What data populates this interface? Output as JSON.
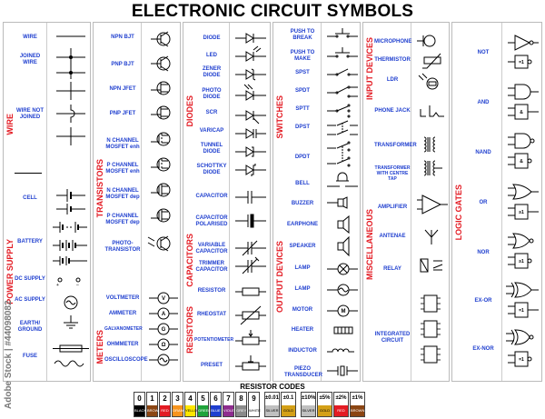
{
  "title": "ELECTRONIC CIRCUIT SYMBOLS",
  "watermark": "Adobe Stock | #44098082",
  "resistor_codes_title": "RESISTOR CODES",
  "panels": [
    {
      "categories": [
        {
          "name": "WIRE",
          "items": [
            "WIRE",
            "JOINED WIRE",
            "WIRE NOT JOINED"
          ]
        },
        {
          "name": "POWER SUPPLY",
          "items": [
            "CELL",
            "BATTERY",
            "DC SUPPLY",
            "AC SUPPLY",
            "EARTH/ GROUND",
            "FUSE"
          ]
        }
      ]
    },
    {
      "categories": [
        {
          "name": "TRANSISTORS",
          "items": [
            "NPN BJT",
            "PNP BJT",
            "NPN JFET",
            "PNP JFET",
            "N CHANNEL MOSFET enh",
            "P CHANNEL MOSFET enh",
            "N CHANNEL MOSFET dep",
            "P CHANNEL MOSFET dep",
            "PHOTO-TRANSISTOR"
          ]
        },
        {
          "name": "METERS",
          "items": [
            "VOLTMETER",
            "AMMETER",
            "GALVANOMETER",
            "OHMMETER",
            "OSCILLOSCOPE"
          ]
        }
      ]
    },
    {
      "categories": [
        {
          "name": "DIODES",
          "items": [
            "DIODE",
            "LED",
            "ZENER DIODE",
            "PHOTO DIODE",
            "SCR",
            "VARICAP",
            "TUNNEL DIODE",
            "SCHOTTKY DIODE"
          ]
        },
        {
          "name": "CAPACITORS",
          "items": [
            "CAPACITOR",
            "CAPACITOR POLARISED",
            "VARIABLE CAPACITOR",
            "TRIMMER CAPACITOR"
          ]
        },
        {
          "name": "RESISTORS",
          "items": [
            "RESISTOR",
            "RHEOSTAT",
            "POTENTIOMETER",
            "PRESET"
          ]
        }
      ]
    },
    {
      "categories": [
        {
          "name": "SWITCHES",
          "items": [
            "PUSH TO BREAK",
            "PUSH TO MAKE",
            "SPST",
            "SPDT",
            "SPTT",
            "DPST",
            "DPDT"
          ]
        },
        {
          "name": "OUTPUT DEVICES",
          "items": [
            "BELL",
            "BUZZER",
            "EARPHONE",
            "SPEAKER",
            "LAMP",
            "LAMP",
            "MOTOR",
            "HEATER",
            "INDUCTOR",
            "PIEZO TRANSDUCER"
          ]
        }
      ]
    },
    {
      "categories": [
        {
          "name": "INPUT DEVICES",
          "items": [
            "MICROPHONE",
            "THERMISTOR",
            "LDR",
            "PHONE JACK"
          ]
        },
        {
          "name": "MISCELLANEOUS",
          "items": [
            "TRANSFORMER",
            "TRANSFORMER WITH CENTRE TAP",
            "AMPLIFIER",
            "ANTENAE",
            "RELAY",
            "INTEGRATED CIRCUIT"
          ]
        }
      ]
    },
    {
      "categories": [
        {
          "name": "LOGIC GATES",
          "items": [
            "NOT",
            "AND",
            "NAND",
            "OR",
            "NOR",
            "EX-OR",
            "EX-NOR"
          ]
        }
      ]
    }
  ],
  "resistor_codes": [
    {
      "digit": "0",
      "color": "#000000",
      "word": "BLACK"
    },
    {
      "digit": "1",
      "color": "#8b4513",
      "word": "BROWN"
    },
    {
      "digit": "2",
      "color": "#e31b23",
      "word": "RED"
    },
    {
      "digit": "3",
      "color": "#f7941d",
      "word": "ORANGE"
    },
    {
      "digit": "4",
      "color": "#ffe600",
      "word": "YELLOW"
    },
    {
      "digit": "5",
      "color": "#1fa33a",
      "word": "GREEN"
    },
    {
      "digit": "6",
      "color": "#1f3fcf",
      "word": "BLUE"
    },
    {
      "digit": "7",
      "color": "#8e2c8e",
      "word": "VIOLET"
    },
    {
      "digit": "8",
      "color": "#8a8a8a",
      "word": "GREY"
    },
    {
      "digit": "9",
      "color": "#ffffff",
      "word": "WHITE"
    }
  ],
  "tolerances": [
    {
      "value": "±0.01",
      "color": "#c0c0c0",
      "word": "SILVER"
    },
    {
      "value": "±0.1",
      "color": "#d4a017",
      "word": "GOLD"
    },
    {
      "value": "±10%",
      "color": "#c0c0c0",
      "word": "SILVER"
    },
    {
      "value": "±5%",
      "color": "#d4a017",
      "word": "GOLD"
    },
    {
      "value": "±2%",
      "color": "#e31b23",
      "word": "RED"
    },
    {
      "value": "±1%",
      "color": "#8b4513",
      "word": "BROWN"
    }
  ]
}
